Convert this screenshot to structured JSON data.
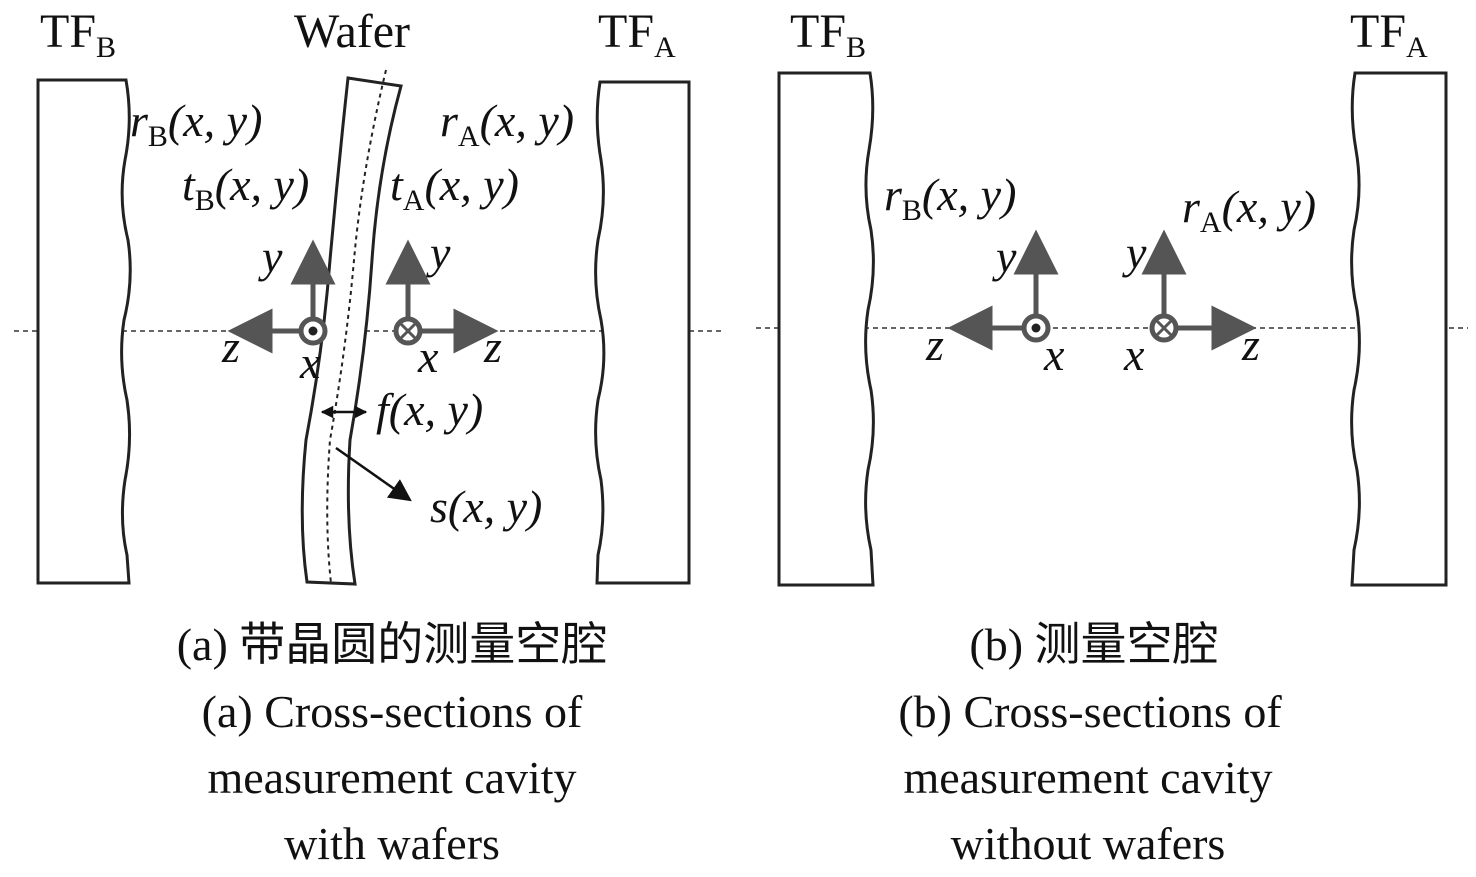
{
  "panel_a": {
    "plate_b_label": "TF",
    "plate_b_sub": "B",
    "wafer_label": "Wafer",
    "plate_a_label": "TF",
    "plate_a_sub": "A",
    "r_b": {
      "main": "r",
      "sub": "B",
      "args": "(x, y)"
    },
    "t_b": {
      "main": "t",
      "sub": "B",
      "args": "(x, y)"
    },
    "r_a": {
      "main": "r",
      "sub": "A",
      "args": "(x, y)"
    },
    "t_a": {
      "main": "t",
      "sub": "A",
      "args": "(x, y)"
    },
    "thickness": "f(x, y)",
    "midsurface": "s(x, y)",
    "axes_left": {
      "y": "y",
      "z": "z",
      "x": "x"
    },
    "axes_right": {
      "y": "y",
      "z": "z",
      "x": "x"
    },
    "caption_cn": "(a) 带晶圆的测量空腔",
    "caption_en": [
      "(a) Cross-sections of",
      "measurement cavity",
      "with wafers"
    ]
  },
  "panel_b": {
    "plate_b_label": "TF",
    "plate_b_sub": "B",
    "plate_a_label": "TF",
    "plate_a_sub": "A",
    "r_b": {
      "main": "r",
      "sub": "B",
      "args": "(x, y)"
    },
    "r_a": {
      "main": "r",
      "sub": "A",
      "args": "(x, y)"
    },
    "axes_left": {
      "y": "y",
      "z": "z",
      "x": "x"
    },
    "axes_right": {
      "y": "y",
      "z": "z",
      "x": "x"
    },
    "caption_cn": "(b) 测量空腔",
    "caption_en": [
      "(b) Cross-sections of",
      "measurement cavity",
      "without wafers"
    ]
  },
  "colors": {
    "line": "#222222",
    "axis": "#555555",
    "midline": "#666666"
  }
}
